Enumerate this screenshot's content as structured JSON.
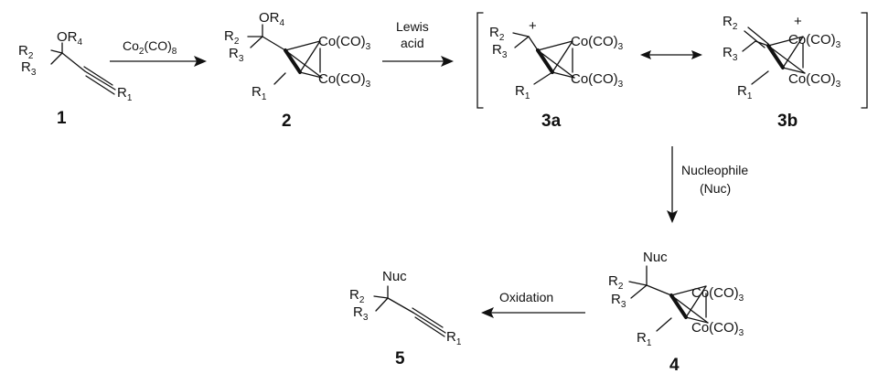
{
  "compounds": {
    "c1": {
      "number": "1",
      "or4": "OR",
      "or4_sub": "4",
      "r2": "R",
      "r2_sub": "2",
      "r3": "R",
      "r3_sub": "3",
      "r1": "R",
      "r1_sub": "1"
    },
    "c2": {
      "number": "2",
      "or4": "OR",
      "or4_sub": "4",
      "r2": "R",
      "r2_sub": "2",
      "r3": "R",
      "r3_sub": "3",
      "r1": "R",
      "r1_sub": "1",
      "co_top": "Co(CO)",
      "co_top_sub": "3",
      "co_bot": "Co(CO)",
      "co_bot_sub": "3"
    },
    "c3a": {
      "number": "3a",
      "plus": "+",
      "r2": "R",
      "r2_sub": "2",
      "r3": "R",
      "r3_sub": "3",
      "r1": "R",
      "r1_sub": "1",
      "co_top": "Co(CO)",
      "co_top_sub": "3",
      "co_bot": "Co(CO)",
      "co_bot_sub": "3"
    },
    "c3b": {
      "number": "3b",
      "plus": "+",
      "r2": "R",
      "r2_sub": "2",
      "r3": "R",
      "r3_sub": "3",
      "r1": "R",
      "r1_sub": "1",
      "co_top": "Co(CO)",
      "co_top_sub": "3",
      "co_bot": "Co(CO)",
      "co_bot_sub": "3"
    },
    "c4": {
      "number": "4",
      "nuc": "Nuc",
      "r2": "R",
      "r2_sub": "2",
      "r3": "R",
      "r3_sub": "3",
      "r1": "R",
      "r1_sub": "1",
      "co_top": "Co(CO)",
      "co_top_sub": "3",
      "co_bot": "Co(CO)",
      "co_bot_sub": "3"
    },
    "c5": {
      "number": "5",
      "nuc": "Nuc",
      "r2": "R",
      "r2_sub": "2",
      "r3": "R",
      "r3_sub": "3",
      "r1": "R",
      "r1_sub": "1"
    }
  },
  "steps": {
    "s1": {
      "reagent": "Co",
      "reagent_sub1": "2",
      "reagent_mid": "(CO)",
      "reagent_sub2": "8"
    },
    "s2": {
      "line1": "Lewis",
      "line2": "acid"
    },
    "s3": {
      "line1": "Nucleophile",
      "line2": "(Nuc)"
    },
    "s4": {
      "label": "Oxidation"
    }
  }
}
